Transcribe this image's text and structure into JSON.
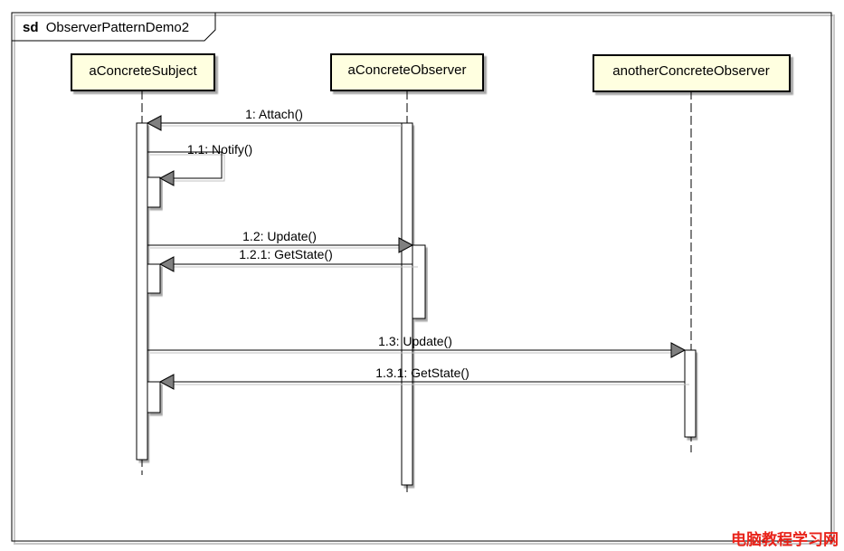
{
  "frame": {
    "keyword": "sd",
    "name": "ObserverPatternDemo2"
  },
  "lifelines": [
    {
      "id": "subject",
      "label": "aConcreteSubject"
    },
    {
      "id": "observer1",
      "label": "aConcreteObserver"
    },
    {
      "id": "observer2",
      "label": "anotherConcreteObserver"
    }
  ],
  "messages": [
    {
      "id": "m1",
      "label": "1: Attach()"
    },
    {
      "id": "m11",
      "label": "1.1: Notify()"
    },
    {
      "id": "m12",
      "label": "1.2: Update()"
    },
    {
      "id": "m121",
      "label": "1.2.1: GetState()"
    },
    {
      "id": "m13",
      "label": "1.3: Update()"
    },
    {
      "id": "m131",
      "label": "1.3.1: GetState()"
    }
  ],
  "colors": {
    "lifeline_fill": "#ffffe0",
    "line": "#000000",
    "shadow": "#c0c0c0",
    "arrowhead": "#808080",
    "watermark": "#e8231a"
  },
  "watermark": "电脑教程学习网"
}
